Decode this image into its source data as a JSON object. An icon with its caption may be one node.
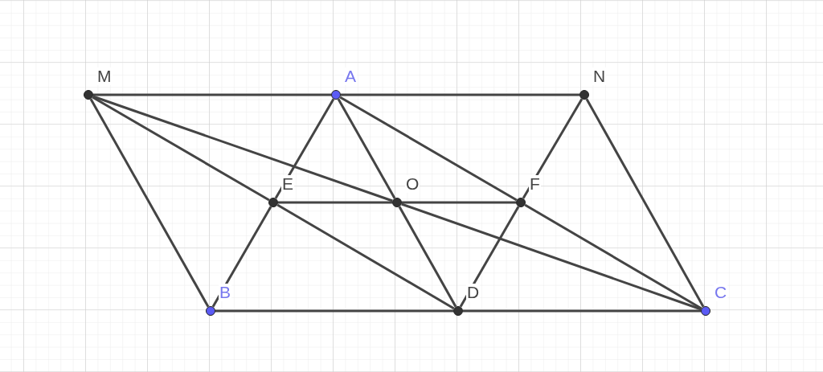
{
  "diagram": {
    "nodes": [
      {
        "text": [
          "M"
        ]
      },
      {
        "text": [
          "A"
        ]
      },
      {
        "text": [
          "N"
        ]
      },
      {
        "text": [
          "E"
        ]
      },
      {
        "text": [
          "O"
        ]
      },
      {
        "text": [
          "F"
        ]
      },
      {
        "text": [
          "B"
        ]
      },
      {
        "text": [
          "D"
        ]
      },
      {
        "text": [
          "C"
        ]
      }
    ],
    "edges": [
      {
        "from": 0,
        "to": 1,
        "arrow": "none"
      },
      {
        "from": 1,
        "to": 2,
        "arrow": "none"
      },
      {
        "from": 0,
        "to": 6,
        "arrow": "none"
      },
      {
        "from": 2,
        "to": 8,
        "arrow": "none"
      },
      {
        "from": 6,
        "to": 7,
        "arrow": "none"
      },
      {
        "from": 7,
        "to": 8,
        "arrow": "none"
      },
      {
        "from": 3,
        "to": 4,
        "arrow": "none"
      },
      {
        "from": 4,
        "to": 5,
        "arrow": "none"
      },
      {
        "from": 1,
        "to": 3,
        "arrow": "none"
      },
      {
        "from": 3,
        "to": 6,
        "arrow": "none"
      },
      {
        "from": 1,
        "to": 4,
        "arrow": "none"
      },
      {
        "from": 4,
        "to": 7,
        "arrow": "none"
      },
      {
        "from": 2,
        "to": 5,
        "arrow": "none"
      },
      {
        "from": 5,
        "to": 7,
        "arrow": "none"
      },
      {
        "from": 1,
        "to": 5,
        "arrow": "none"
      },
      {
        "from": 5,
        "to": 8,
        "arrow": "none"
      },
      {
        "from": 0,
        "to": 3,
        "arrow": "none"
      },
      {
        "from": 3,
        "to": 7,
        "arrow": "none"
      },
      {
        "from": 0,
        "to": 4,
        "arrow": "none"
      },
      {
        "from": 4,
        "to": 8,
        "arrow": "none"
      }
    ]
  }
}
